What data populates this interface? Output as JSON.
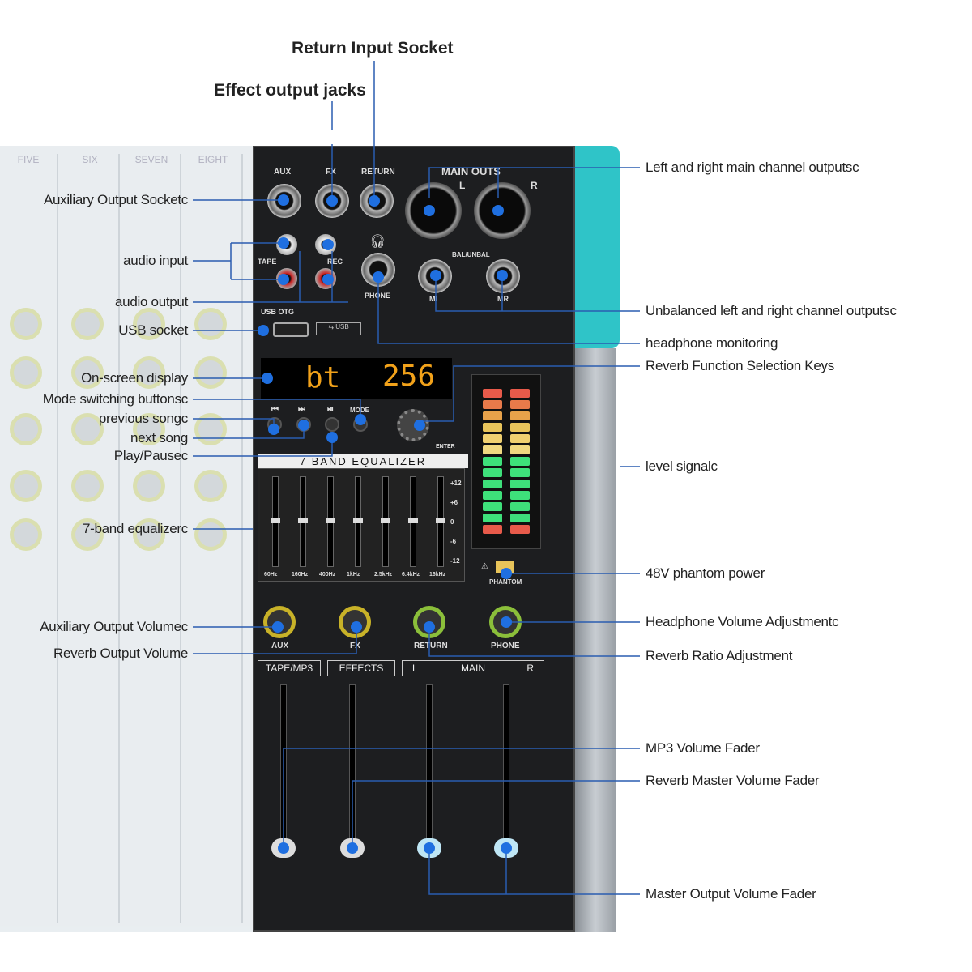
{
  "top_labels": {
    "return_input": "Return Input Socket",
    "effect_output": "Effect output jacks"
  },
  "left_labels": [
    "Auxiliary Output Socketc",
    "audio input",
    "audio output",
    "USB socket",
    "On-screen display",
    "Mode switching buttonsc",
    "previous songc",
    "next song",
    "Play/Pausec",
    "7-band equalizerc",
    "Auxiliary Output Volumec",
    "Reverb Output Volume"
  ],
  "right_labels": [
    "Left and right main channel outputsc",
    "Unbalanced left and right channel outputsc",
    "headphone monitoring",
    "Reverb Function Selection Keys",
    "level signalc",
    "48V phantom power",
    "Headphone Volume Adjustmentc",
    "Reverb Ratio Adjustment",
    "MP3 Volume Fader",
    "Reverb Master Volume Fader",
    "Master Output Volume Fader"
  ],
  "background_channels": [
    "FIVE",
    "SIX",
    "SEVEN",
    "EIGHT"
  ],
  "panel": {
    "aux": "AUX",
    "fx": "FX",
    "return": "RETURN",
    "main_outs": "MAIN OUTS",
    "l": "L",
    "r": "R",
    "tape": "TAPE",
    "rec": "REC",
    "phone": "PHONE",
    "usb_otg": "USB OTG",
    "bal_unbal": "BAL/UNBAL",
    "ml": "ML",
    "mr": "MR",
    "display_mode": "bt",
    "display_value": "256",
    "mode": "MODE",
    "enter": "ENTER",
    "eq_title": "7 BAND EQUALIZER",
    "eq_freqs": [
      "60Hz",
      "160Hz",
      "400Hz",
      "1kHz",
      "2.5kHz",
      "6.4kHz",
      "16kHz"
    ],
    "eq_scale": [
      "+12",
      "+6",
      "0",
      "-6",
      "-12"
    ],
    "phantom": "PHANTOM",
    "knobs": [
      "AUX",
      "FX",
      "RETURN",
      "PHONE"
    ],
    "sections": [
      "TAPE/MP3",
      "EFFECTS",
      "L",
      "MAIN",
      "R"
    ]
  },
  "colors": {
    "callout": "#2a5db0",
    "dot": "#1f6fe0",
    "accent": "#2fc4c8"
  }
}
